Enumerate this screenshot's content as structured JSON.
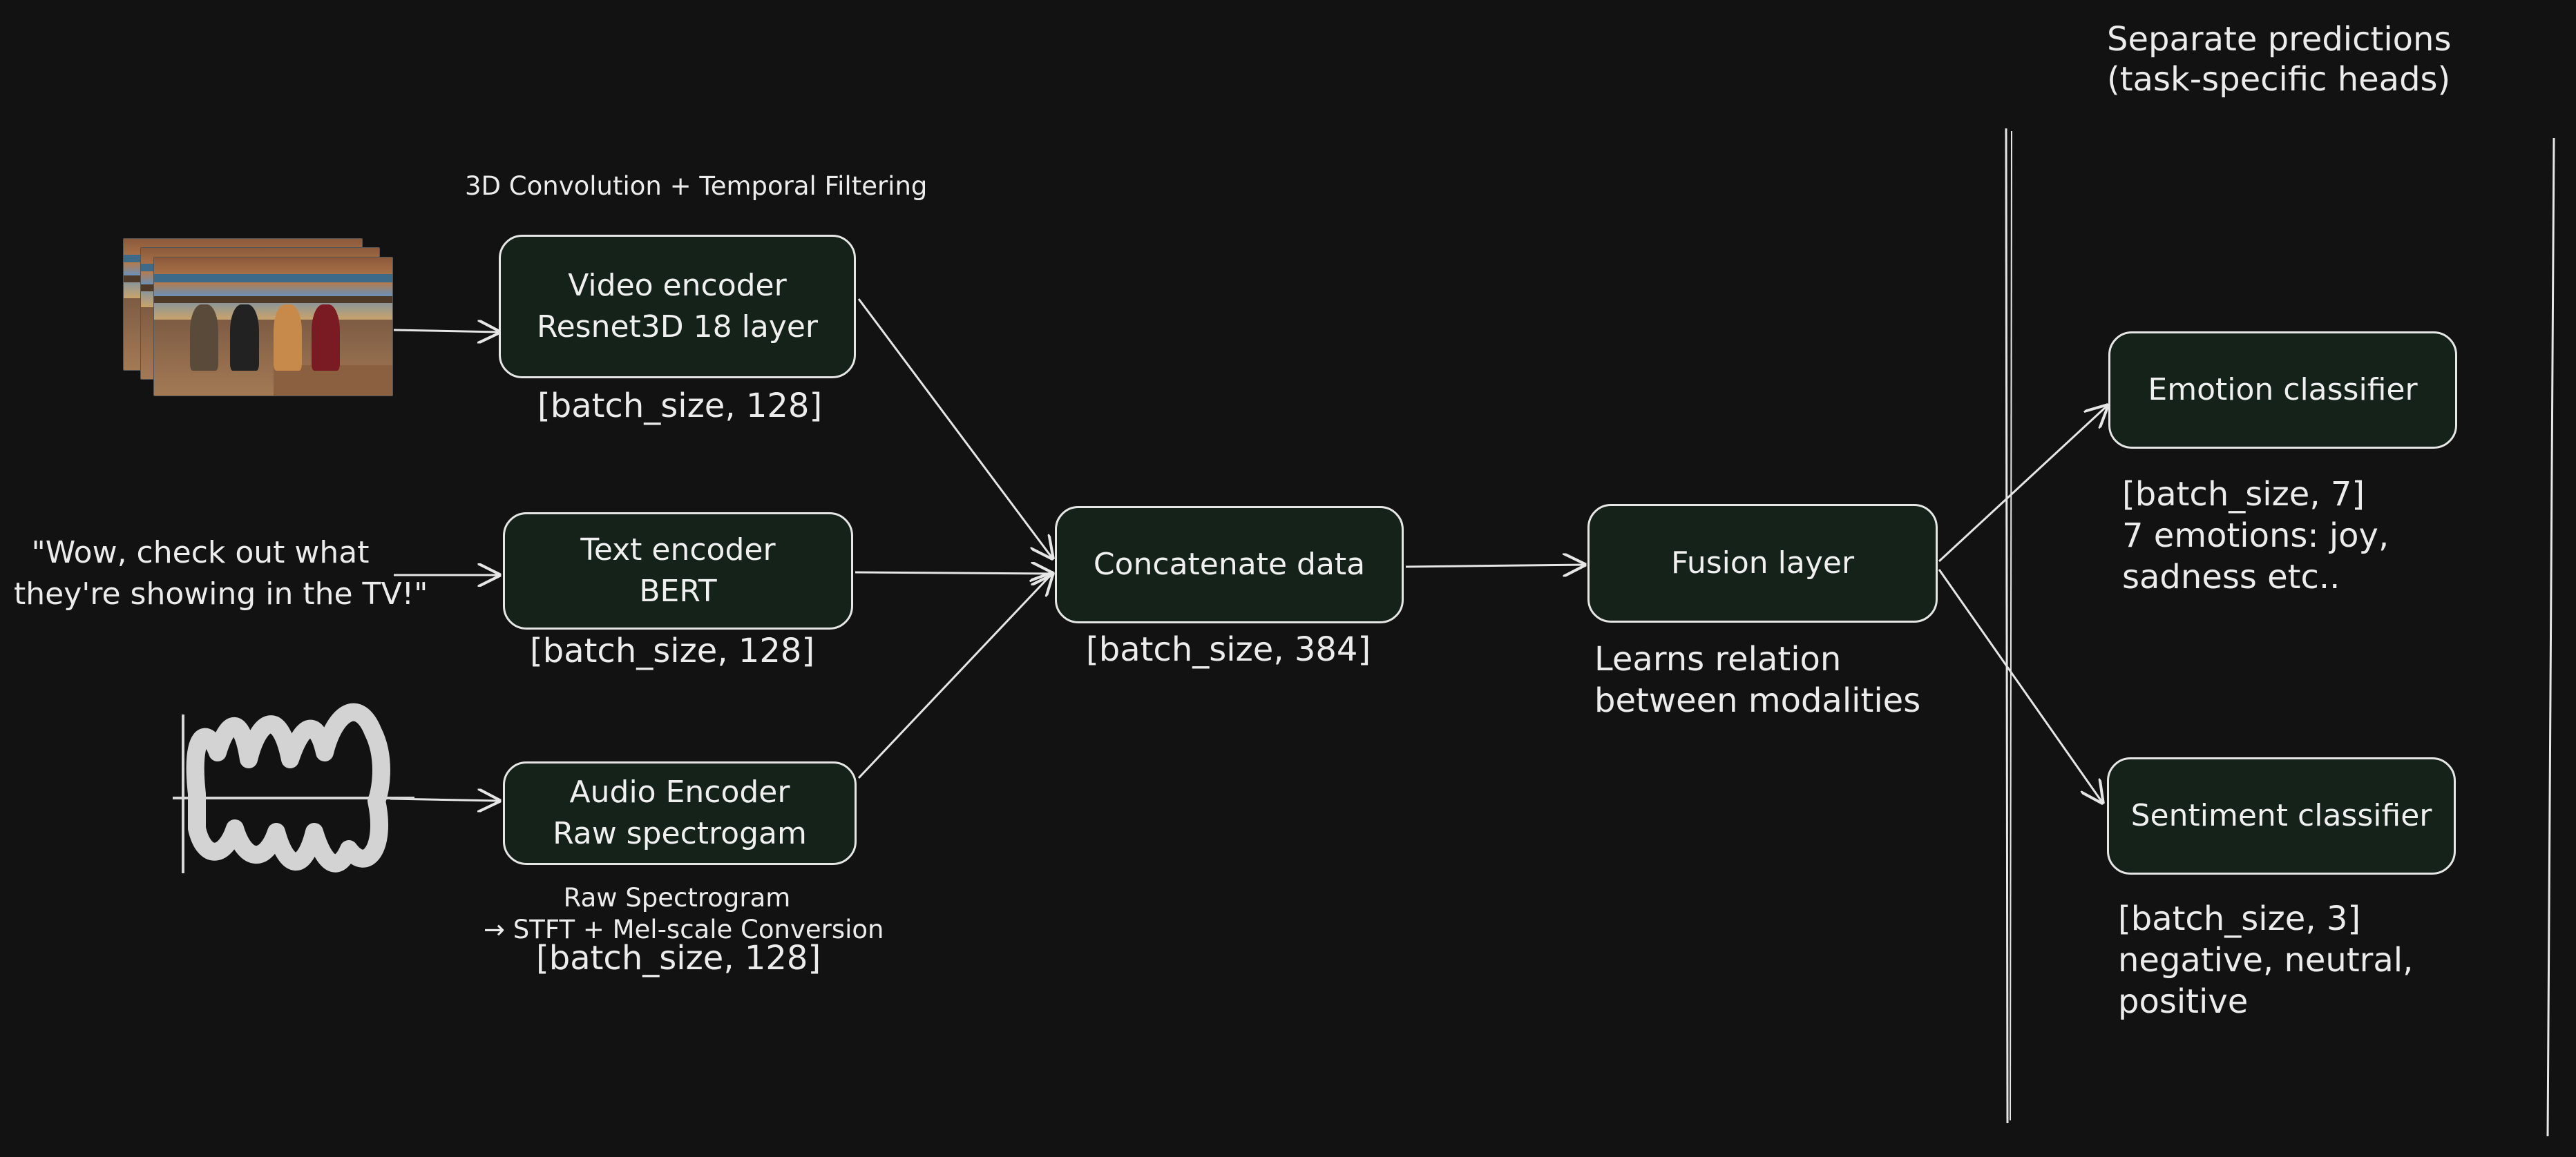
{
  "inputs": {
    "text_quote_line1": "\"Wow, check out what",
    "text_quote_line2": "they're showing in the TV!\""
  },
  "encoders": {
    "video": {
      "caption": "3D Convolution + Temporal Filtering",
      "line1": "Video encoder",
      "line2": "Resnet3D 18 layer",
      "shape": "[batch_size, 128]"
    },
    "text": {
      "line1": "Text encoder",
      "line2": "BERT",
      "shape": "[batch_size, 128]"
    },
    "audio": {
      "line1": "Audio Encoder",
      "line2": "Raw spectrogam",
      "note1": "Raw Spectrogram",
      "note2": "→ STFT + Mel-scale Conversion",
      "shape": "[batch_size, 128]"
    }
  },
  "concat": {
    "label": "Concatenate data",
    "shape": "[batch_size, 384]"
  },
  "fusion": {
    "label": "Fusion layer",
    "note1": "Learns relation",
    "note2": "between modalities"
  },
  "heads": {
    "title1": "Separate predictions",
    "title2": "(task-specific heads)",
    "emotion": {
      "label": "Emotion classifier",
      "line1": "[batch_size, 7]",
      "line2": "7 emotions: joy,",
      "line3": "sadness etc.."
    },
    "sentiment": {
      "label": "Sentiment classifier",
      "line1": "[batch_size, 3]",
      "line2": "negative, neutral,",
      "line3": "positive"
    }
  },
  "colors": {
    "background": "#121212",
    "box_fill": "#14221a",
    "stroke": "#e6e6e6"
  },
  "icons": {
    "video_input": "video-frames-stack",
    "audio_input": "waveform"
  }
}
